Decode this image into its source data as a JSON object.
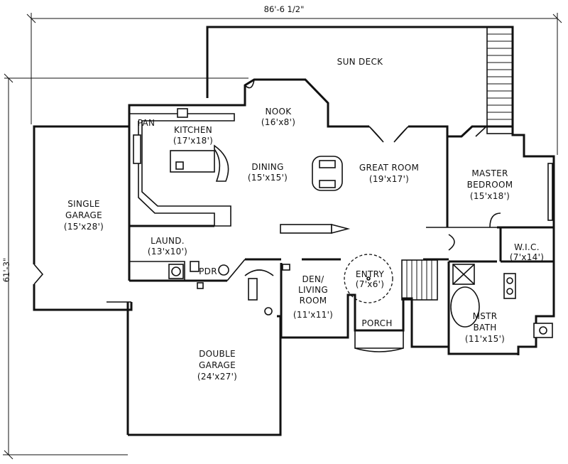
{
  "dimensions": {
    "width_overall": "86'-6 1/2\"",
    "depth_overall": "61'-3\""
  },
  "rooms": {
    "sun_deck": {
      "name": "SUN DECK"
    },
    "nook": {
      "name": "NOOK",
      "size": "(16'x8')"
    },
    "kitchen": {
      "name": "KITCHEN",
      "size": "(17'x18')"
    },
    "pantry": {
      "name": "PAN"
    },
    "dining": {
      "name": "DINING",
      "size": "(15'x15')"
    },
    "great_room": {
      "name": "GREAT ROOM",
      "size": "(19'x17')"
    },
    "master_bedroom": {
      "name_line1": "MASTER",
      "name_line2": "BEDROOM",
      "size": "(15'x18')"
    },
    "single_garage": {
      "name_line1": "SINGLE",
      "name_line2": "GARAGE",
      "size": "(15'x28')"
    },
    "laundry": {
      "name": "LAUND.",
      "size": "(13'x10')"
    },
    "powder": {
      "name": "PDR"
    },
    "wic": {
      "name": "W.I.C.",
      "size": "(7'x14')"
    },
    "entry": {
      "name": "ENTRY",
      "size": "(7'x6')"
    },
    "den": {
      "name_line1": "DEN/",
      "name_line2": "LIVING",
      "name_line3": "ROOM",
      "size": "(11'x11')"
    },
    "porch": {
      "name": "PORCH"
    },
    "master_bath": {
      "name_line1": "MSTR",
      "name_line2": "BATH",
      "size": "(11'x15')"
    },
    "double_garage": {
      "name_line1": "DOUBLE",
      "name_line2": "GARAGE",
      "size": "(24'x27')"
    }
  }
}
